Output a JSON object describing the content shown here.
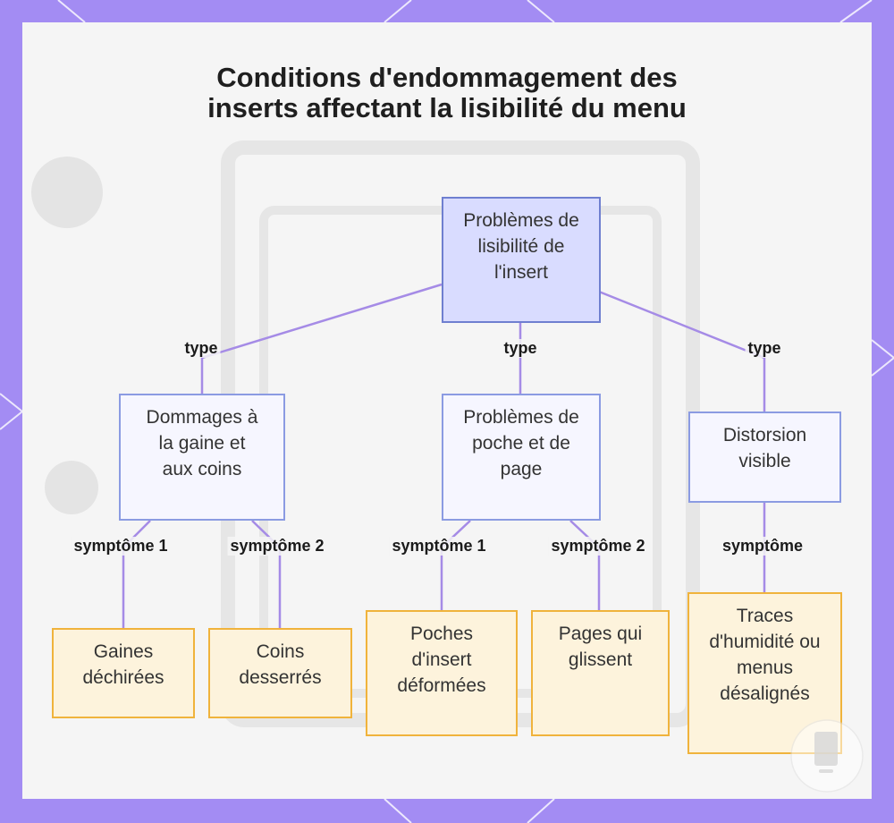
{
  "title": "Conditions d'endommagement des inserts affectant la lisibilité du menu",
  "nodes": {
    "root": "Problèmes de lisibilité de l'insert",
    "gaine": "Dommages à la gaine et aux coins",
    "poche": "Problèmes de poche et de page",
    "distorsion": "Distorsion visible",
    "gaines_dechirees": "Gaines déchirées",
    "coins_desserres": "Coins desserrés",
    "poches_deformees": "Poches d'insert déformées",
    "pages_glissent": "Pages qui glissent",
    "traces_humidite": "Traces d'humidité ou menus désalignés"
  },
  "edge_labels": {
    "type_left": "type",
    "type_mid": "type",
    "type_right": "type",
    "gaine_s1": "symptôme 1",
    "gaine_s2": "symptôme 2",
    "poche_s1": "symptôme 1",
    "poche_s2": "symptôme 2",
    "distorsion_s": "symptôme"
  },
  "colors": {
    "frame": "#a38cf3",
    "edge": "#a58be6",
    "root_fill": "#d9dcff",
    "mid_fill": "#f6f6ff",
    "leaf_fill": "#fdf3dc",
    "leaf_border": "#f0b33c"
  }
}
